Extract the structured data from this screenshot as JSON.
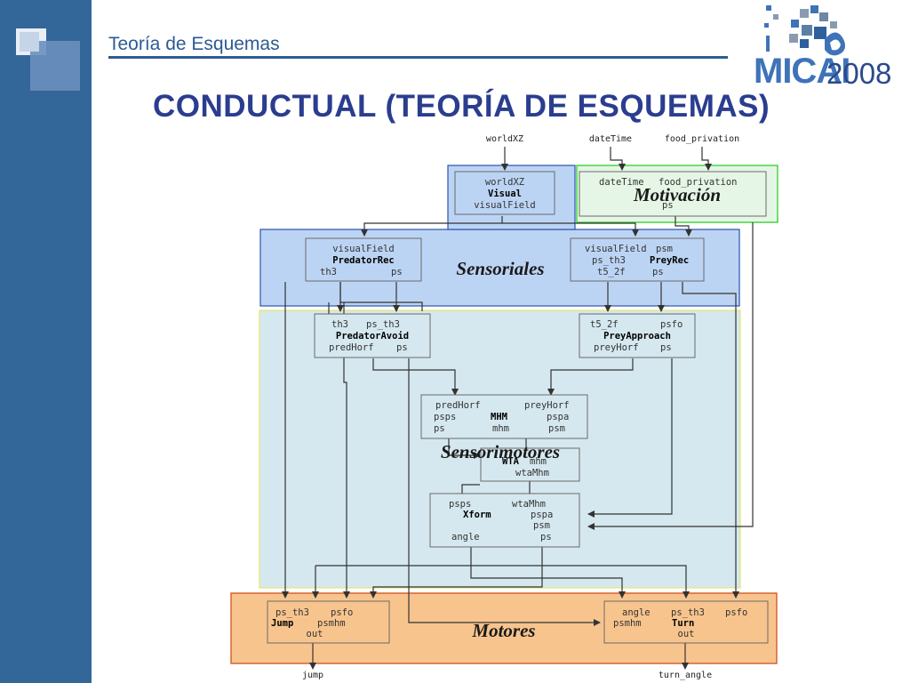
{
  "header": {
    "subtitle": "Teoría de Esquemas",
    "title": "CONDUCTUAL (TEORÍA DE ESQUEMAS)"
  },
  "logo": {
    "word": "MICAI",
    "year": "2008",
    "colors": {
      "blue": "#3f73b8",
      "gray": "#8a9bb0"
    }
  },
  "colors": {
    "sidebar": "#336699",
    "title": "#2a3d8f",
    "box_border": "#6a6a6a",
    "arrow": "#333333",
    "sensoriales_fill": "#bcd4f4",
    "sensoriales_border": "#2b52b0",
    "motivacion_border": "#39d339",
    "sensorimotores_fill": "#d5e8ef",
    "sensorimotores_border": "#e6e66a",
    "motores_fill": "#f8c48e",
    "motores_border": "#d25a2a"
  },
  "inputs": {
    "worldXZ": "worldXZ",
    "dateTime": "dateTime",
    "food_privation": "food_privation"
  },
  "outputs": {
    "jump": "jump",
    "turn_angle": "turn_angle"
  },
  "groups": {
    "motivacion": "Motivación",
    "sensoriales": "Sensoriales",
    "sensorimotores": "Sensorimotores",
    "motores": "Motores"
  },
  "schemas": {
    "visual": {
      "l1": "worldXZ",
      "l2": "Visual",
      "l3": "visualField"
    },
    "motivation": {
      "l1a": "dateTime",
      "l1b": "food_privation",
      "l3": "ps"
    },
    "predatorRec": {
      "l1": "visualField",
      "l2": "PredatorRec",
      "l3a": "th3",
      "l3b": "ps"
    },
    "preyRec": {
      "l1a": "visualField",
      "l1b": "psm",
      "l2a": "ps_th3",
      "l2b": "PreyRec",
      "l3a": "t5_2f",
      "l3b": "ps"
    },
    "predatorAvoid": {
      "l1a": "th3",
      "l1b": "ps_th3",
      "l2": "PredatorAvoid",
      "l3a": "predHorf",
      "l3b": "ps"
    },
    "preyApproach": {
      "l1a": "t5_2f",
      "l1b": "psfo",
      "l2": "PreyApproach",
      "l3a": "preyHorf",
      "l3b": "ps"
    },
    "mhm": {
      "l1a": "predHorf",
      "l1b": "preyHorf",
      "l2a": "psps",
      "l2b": "MHM",
      "l2c": "pspa",
      "l3a": "ps",
      "l3b": "mhm",
      "l3c": "psm"
    },
    "wta": {
      "l1a": "WTA",
      "l1b": "mhm",
      "l2": "wtaMhm"
    },
    "xform": {
      "l1a": "psps",
      "l1b": "wtaMhm",
      "l2a": "Xform",
      "l2b": "pspa",
      "l3": "psm",
      "l4a": "angle",
      "l4b": "ps"
    },
    "jump": {
      "l1a": "ps_th3",
      "l1b": "psfo",
      "l2a": "Jump",
      "l2b": "psmhm",
      "l3": "out"
    },
    "turn": {
      "l1a": "angle",
      "l1b": "ps_th3",
      "l1c": "psfo",
      "l2a": "psmhm",
      "l2b": "Turn",
      "l3": "out"
    }
  }
}
